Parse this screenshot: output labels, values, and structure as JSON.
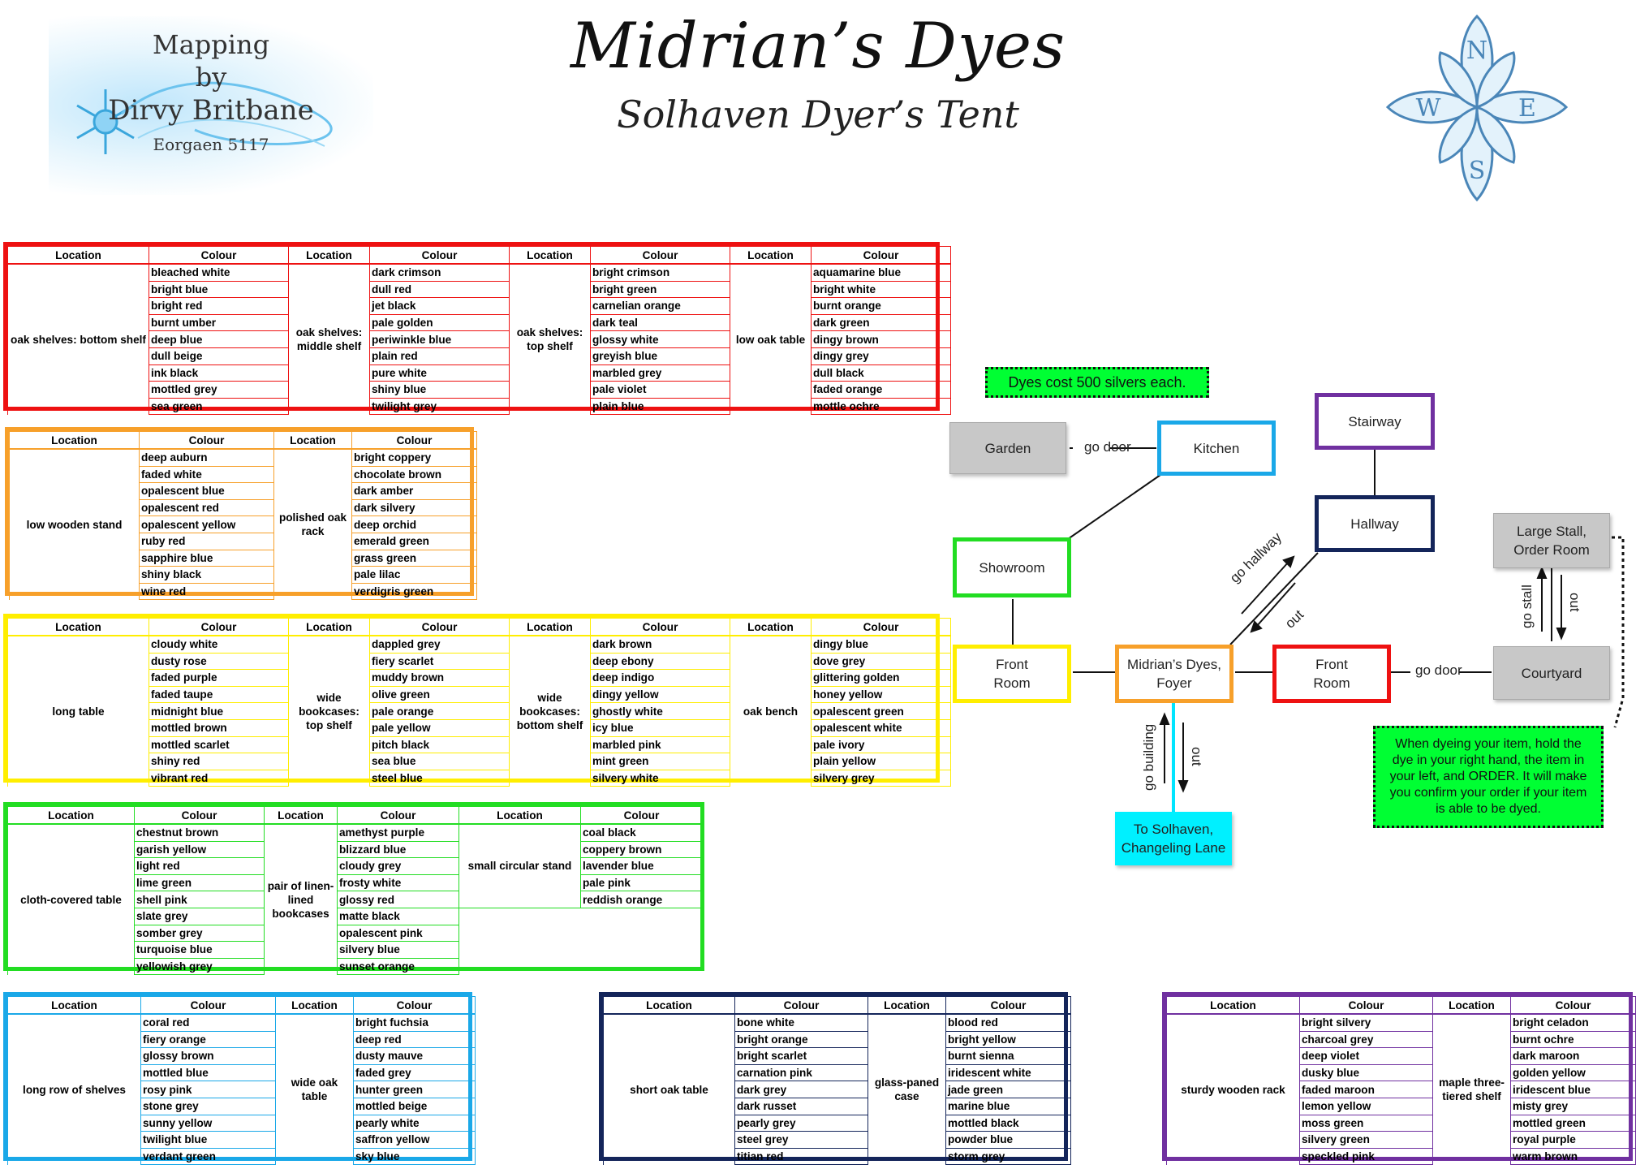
{
  "title": "Midrian’s Dyes",
  "subtitle": "Solhaven Dyer’s Tent",
  "credit": {
    "line1": "Mapping",
    "line2": "by",
    "line3": "Dirvy Britbane",
    "line4": "Eorgaen 5117"
  },
  "compass": {
    "n": "N",
    "e": "E",
    "s": "S",
    "w": "W"
  },
  "header": {
    "location": "Location",
    "colour": "Colour"
  },
  "colors": {
    "red": "#ee1111",
    "orange": "#f7a02a",
    "yellow": "#ffee00",
    "green": "#22dd22",
    "blue": "#1aa8e8",
    "navy": "#14255a",
    "purple": "#7030a0"
  },
  "tables": [
    {
      "color": "#ee1111",
      "groups": [
        {
          "location": "oak shelves: bottom shelf",
          "colours": [
            "bleached white",
            "bright blue",
            "bright red",
            "burnt umber",
            "deep blue",
            "dull beige",
            "ink black",
            "mottled grey",
            "sea green"
          ]
        },
        {
          "location": "oak shelves: middle shelf",
          "colours": [
            "dark crimson",
            "dull red",
            "jet black",
            "pale golden",
            "periwinkle blue",
            "plain red",
            "pure white",
            "shiny blue",
            "twilight grey"
          ]
        },
        {
          "location": "oak shelves: top shelf",
          "colours": [
            "bright crimson",
            "bright green",
            "carnelian orange",
            "dark teal",
            "glossy white",
            "greyish blue",
            "marbled grey",
            "pale violet",
            "plain blue"
          ]
        },
        {
          "location": "low oak table",
          "colours": [
            "aquamarine blue",
            "bright white",
            "burnt orange",
            "dark green",
            "dingy brown",
            "dingy grey",
            "dull black",
            "faded orange",
            "mottle ochre"
          ]
        }
      ]
    },
    {
      "color": "#f7a02a",
      "groups": [
        {
          "location": "low wooden stand",
          "colours": [
            "deep auburn",
            "faded white",
            "opalescent blue",
            "opalescent red",
            "opalescent yellow",
            "ruby red",
            "sapphire blue",
            "shiny black",
            "wine red"
          ]
        },
        {
          "location": "polished oak rack",
          "colours": [
            "bright coppery",
            "chocolate brown",
            "dark amber",
            "dark silvery",
            "deep orchid",
            "emerald green",
            "grass green",
            "pale lilac",
            "verdigris green"
          ]
        }
      ]
    },
    {
      "color": "#ffee00",
      "groups": [
        {
          "location": "long table",
          "colours": [
            "cloudy white",
            "dusty rose",
            "faded purple",
            "faded taupe",
            "midnight blue",
            "mottled brown",
            "mottled scarlet",
            "shiny red",
            "vibrant red"
          ]
        },
        {
          "location": "wide bookcases: top shelf",
          "colours": [
            "dappled grey",
            "fiery scarlet",
            "muddy brown",
            "olive green",
            "pale orange",
            "pale yellow",
            "pitch black",
            "sea blue",
            "steel blue"
          ]
        },
        {
          "location": "wide bookcases: bottom shelf",
          "colours": [
            "dark brown",
            "deep ebony",
            "deep indigo",
            "dingy yellow",
            "ghostly white",
            "icy blue",
            "marbled pink",
            "mint green",
            "silvery white"
          ]
        },
        {
          "location": "oak bench",
          "colours": [
            "dingy blue",
            "dove grey",
            "glittering golden",
            "honey yellow",
            "opalescent green",
            "opalescent white",
            "pale ivory",
            "plain yellow",
            "silvery grey"
          ]
        }
      ]
    },
    {
      "color": "#22dd22",
      "groups": [
        {
          "location": "cloth-covered table",
          "colours": [
            "chestnut brown",
            "garish yellow",
            "light red",
            "lime green",
            "shell pink",
            "slate grey",
            "somber grey",
            "turquoise blue",
            "yellowish grey"
          ]
        },
        {
          "location": "pair of linen-lined bookcases",
          "colours": [
            "amethyst purple",
            "blizzard blue",
            "cloudy grey",
            "frosty white",
            "glossy red",
            "matte black",
            "opalescent pink",
            "silvery blue",
            "sunset orange"
          ]
        },
        {
          "location": "small circular stand",
          "colours": [
            "coal black",
            "coppery brown",
            "lavender blue",
            "pale pink",
            "reddish orange"
          ]
        }
      ]
    },
    {
      "color": "#1aa8e8",
      "groups": [
        {
          "location": "long row of shelves",
          "colours": [
            "coral red",
            "fiery orange",
            "glossy brown",
            "mottled blue",
            "rosy pink",
            "stone grey",
            "sunny yellow",
            "twilight blue",
            "verdant green"
          ]
        },
        {
          "location": "wide oak table",
          "colours": [
            "bright fuchsia",
            "deep red",
            "dusty mauve",
            "faded grey",
            "hunter green",
            "mottled beige",
            "pearly white",
            "saffron yellow",
            "sky blue"
          ]
        }
      ]
    },
    {
      "color": "#14255a",
      "groups": [
        {
          "location": "short oak table",
          "colours": [
            "bone white",
            "bright orange",
            "bright scarlet",
            "carnation pink",
            "dark grey",
            "dark russet",
            "pearly grey",
            "steel grey",
            "titian red"
          ]
        },
        {
          "location": "glass-paned case",
          "colours": [
            "blood red",
            "bright yellow",
            "burnt sienna",
            "iridescent white",
            "jade green",
            "marine blue",
            "mottled black",
            "powder blue",
            "storm grey"
          ]
        }
      ]
    },
    {
      "color": "#7030a0",
      "groups": [
        {
          "location": "sturdy wooden rack",
          "colours": [
            "bright silvery",
            "charcoal grey",
            "deep violet",
            "dusky blue",
            "faded maroon",
            "lemon yellow",
            "moss green",
            "silvery green",
            "speckled pink"
          ]
        },
        {
          "location": "maple three-tiered shelf",
          "colours": [
            "bright celadon",
            "burnt ochre",
            "dark maroon",
            "golden yellow",
            "iridescent blue",
            "misty grey",
            "mottled green",
            "royal purple",
            "warm brown"
          ]
        }
      ]
    }
  ],
  "map": {
    "cost_note": "Dyes cost 500 silvers each.",
    "order_note": "When dyeing your item, hold the dye in your right hand, the item in your left, and ORDER.  It will make you confirm your order if your item is able to be dyed.",
    "rooms": {
      "garden": "Garden",
      "kitchen": "Kitchen",
      "stairway": "Stairway",
      "hallway": "Hallway",
      "showroom": "Showroom",
      "large_stall": "Large Stall, Order Room",
      "front_room_left": "Front Room",
      "foyer": "Midrian’s Dyes, Foyer",
      "front_room_right": "Front Room",
      "courtyard": "Courtyard",
      "to_solhaven": "To Solhaven, Changeling Lane"
    },
    "labels": {
      "go_door_top": "go door",
      "go_door_right": "go door",
      "go_hallway": "go hallway",
      "out_hallway": "out",
      "go_stall": "go stall",
      "out_stall": "out",
      "go_building": "go building",
      "out_building": "out"
    }
  }
}
